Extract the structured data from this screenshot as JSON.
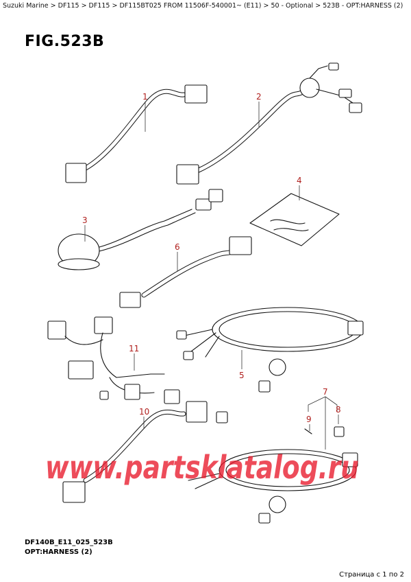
{
  "breadcrumb": "Suzuki Marine > DF115 > DF115 > DF115BT025 FROM 11506F-540001~ (E11) > 50 - Optional > 523B - OPT:HARNESS (2)",
  "figure": {
    "title": "FIG.523B",
    "code": "DF140B_E11_025_523B",
    "name": "OPT:HARNESS (2)"
  },
  "callouts": [
    "1",
    "2",
    "3",
    "4",
    "5",
    "6",
    "7",
    "8",
    "9",
    "10",
    "11"
  ],
  "watermark": "www.partsklatalog.ru",
  "footer": {
    "page_counter": "Страница с 1 по 2"
  },
  "colors": {
    "callout": "#b0201e",
    "watermark": "#e8192c"
  }
}
